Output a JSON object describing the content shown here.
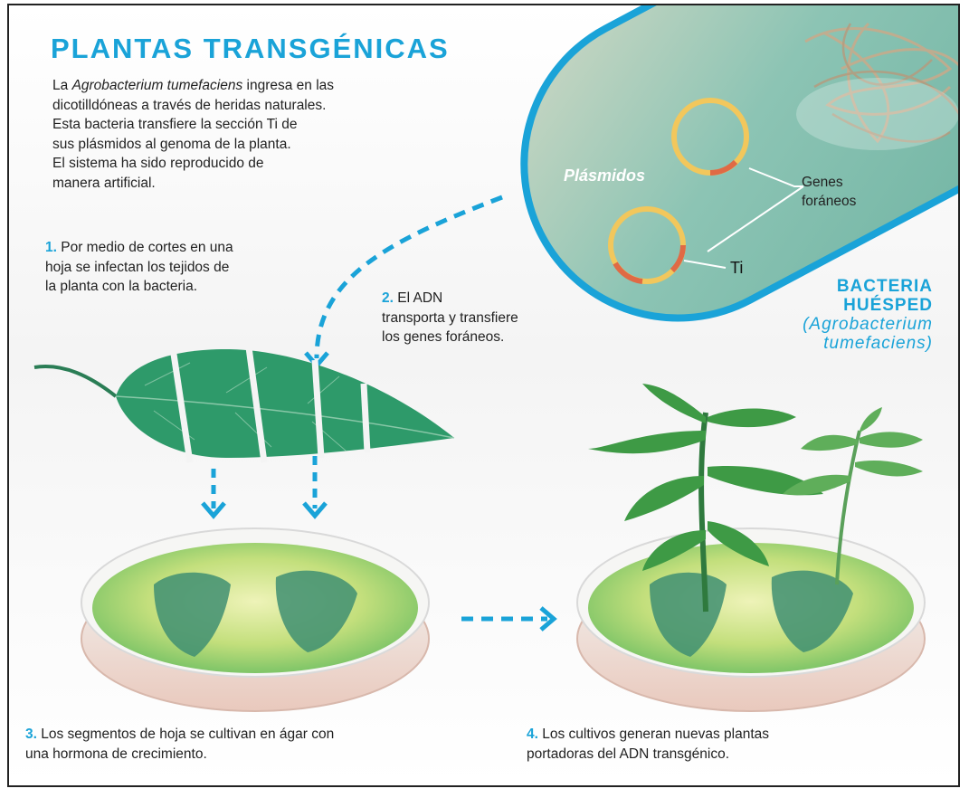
{
  "title": "PLANTAS TRANSGÉNICAS",
  "intro": {
    "lines": [
      "dicotilldóneas a través de heridas naturales.",
      "Esta bacteria transfiere la sección Ti de",
      "sus plásmidos al genoma de la planta.",
      "El sistema ha sido reproducido de",
      "manera artificial."
    ],
    "first_line_prefix": "La ",
    "first_line_italic": "Agrobacterium tumefaciens",
    "first_line_suffix": " ingresa en las"
  },
  "steps": [
    {
      "num": "1.",
      "lines": [
        "Por medio de cortes en una",
        "hoja se infectan los tejidos de",
        "la planta con la bacteria."
      ]
    },
    {
      "num": "2.",
      "lines": [
        "El ADN",
        "transporta y transfiere",
        "los genes foráneos."
      ]
    },
    {
      "num": "3.",
      "lines": [
        "Los segmentos de hoja se cultivan en ágar con",
        "una hormona de crecimiento."
      ]
    },
    {
      "num": "4.",
      "lines": [
        "Los cultivos generan nuevas plantas",
        "portadoras del ADN transgénico."
      ]
    }
  ],
  "bacteria": {
    "plasmids_label": "Plásmidos",
    "genes_label_1": "Genes",
    "genes_label_2": "foráneos",
    "ti_label": "Ti",
    "host_label_1": "BACTERIA",
    "host_label_2": "HUÉSPED",
    "host_sci_1": "(Agrobacterium",
    "host_sci_2": "tumefaciens)"
  },
  "colors": {
    "accent": "#1aa3d8",
    "leaf": "#2e9a6a",
    "agar": "#b8d96a",
    "plasmid_ring": "#f2c75c",
    "plasmid_segment": "#e06a45"
  }
}
